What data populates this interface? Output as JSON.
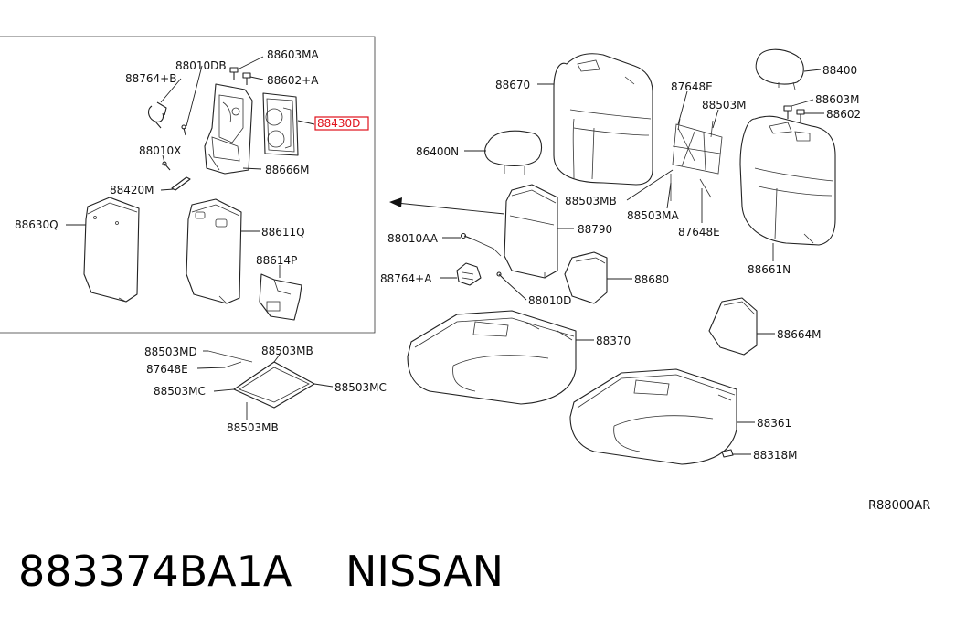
{
  "callouts": {
    "p88603MA_a": "88603MA",
    "p88010DB": "88010DB",
    "p88764B": "88764+B",
    "p88602A": "88602+A",
    "p88430D": "88430D",
    "p88010X": "88010X",
    "p88666M": "88666M",
    "p88420M": "88420M",
    "p88630Q": "88630Q",
    "p88611Q": "88611Q",
    "p88614P": "88614P",
    "p88670": "88670",
    "p87648E_a": "87648E",
    "p88503M_a": "88503M",
    "p86400N": "86400N",
    "p88503MB_a": "88503MB",
    "p88503MA": "88503MA",
    "p87648E_b": "87648E",
    "p88790": "88790",
    "p88010AA": "88010AA",
    "p88764A": "88764+A",
    "p88010D": "88010D",
    "p88680": "88680",
    "p88400": "88400",
    "p88603M": "88603M",
    "p88602": "88602",
    "p88661N": "88661N",
    "p88503MD": "88503MD",
    "p88503MB_b": "88503MB",
    "p87648E_c": "87648E",
    "p88503MC_a": "88503MC",
    "p88503MC_b": "88503MC",
    "p88503MB_c": "88503MB",
    "p88370": "88370",
    "p88664M": "88664M",
    "p88361": "88361",
    "p88318M": "88318M",
    "ref_code": "R88000AR"
  },
  "highlight_color": "#e0101a",
  "footer": {
    "part_number": "883374BA1A",
    "brand": "NISSAN"
  }
}
